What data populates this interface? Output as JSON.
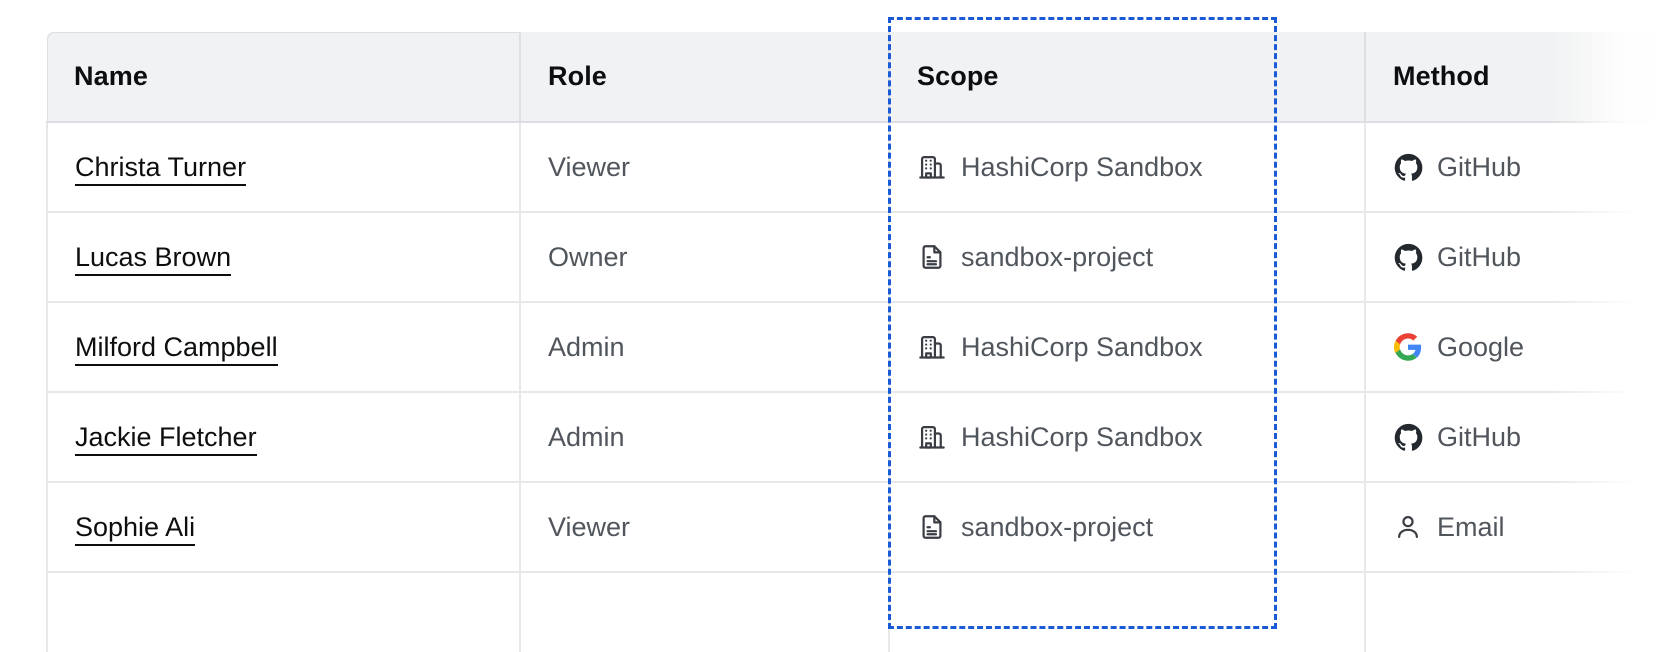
{
  "table": {
    "columns": [
      {
        "key": "name",
        "label": "Name"
      },
      {
        "key": "role",
        "label": "Role"
      },
      {
        "key": "scope",
        "label": "Scope"
      },
      {
        "key": "method",
        "label": "Method"
      }
    ],
    "rows": [
      {
        "name": "Christa Turner",
        "role": "Viewer",
        "scope": "HashiCorp Sandbox",
        "scope_icon": "building-icon",
        "method": "GitHub",
        "method_icon": "github-icon"
      },
      {
        "name": "Lucas Brown",
        "role": "Owner",
        "scope": "sandbox-project",
        "scope_icon": "document-icon",
        "method": "GitHub",
        "method_icon": "github-icon"
      },
      {
        "name": "Milford Campbell",
        "role": "Admin",
        "scope": "HashiCorp Sandbox",
        "scope_icon": "building-icon",
        "method": "Google",
        "method_icon": "google-icon"
      },
      {
        "name": "Jackie Fletcher",
        "role": "Admin",
        "scope": "HashiCorp Sandbox",
        "scope_icon": "building-icon",
        "method": "GitHub",
        "method_icon": "github-icon"
      },
      {
        "name": "Sophie Ali",
        "role": "Viewer",
        "scope": "sandbox-project",
        "scope_icon": "document-icon",
        "method": "Email",
        "method_icon": "person-icon"
      },
      {
        "name": "",
        "role": "",
        "scope": "",
        "scope_icon": "document-icon",
        "method": "",
        "method_icon": "github-icon"
      }
    ]
  },
  "annotation": {
    "target_column": "Scope",
    "style": "dashed-rectangle",
    "color": "#1b5ad6"
  },
  "colors": {
    "header_bg": "#f1f2f3",
    "border": "#e7e8ea",
    "header_border": "#dedfe2",
    "text_primary": "#0c0e0f",
    "text_secondary": "#51565d",
    "icon": "#3b3d45",
    "highlight": "#1b5ad6"
  }
}
